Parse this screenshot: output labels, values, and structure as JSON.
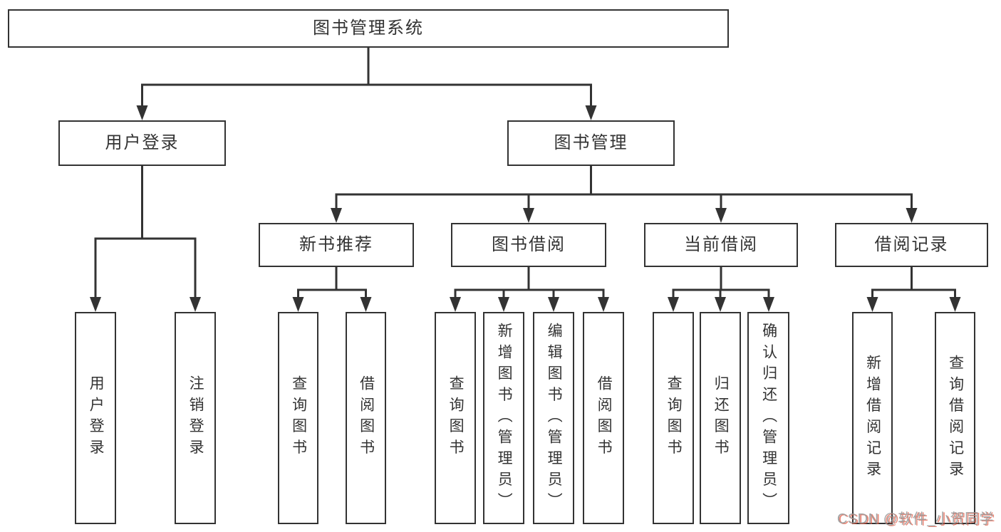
{
  "diagram": {
    "root": {
      "label": "图书管理系统"
    },
    "branches": [
      {
        "label": "用户登录",
        "children": [
          {
            "label": "用户登录"
          },
          {
            "label": "注销登录"
          }
        ]
      },
      {
        "label": "图书管理",
        "children": [
          {
            "label": "新书推荐",
            "children": [
              {
                "label": "查询图书"
              },
              {
                "label": "借阅图书"
              }
            ]
          },
          {
            "label": "图书借阅",
            "children": [
              {
                "label": "查询图书"
              },
              {
                "label": "新增图书（管理员）"
              },
              {
                "label": "编辑图书（管理员）"
              },
              {
                "label": "借阅图书"
              }
            ]
          },
          {
            "label": "当前借阅",
            "children": [
              {
                "label": "查询图书"
              },
              {
                "label": "归还图书"
              },
              {
                "label": "确认归还（管理员）"
              }
            ]
          },
          {
            "label": "借阅记录",
            "children": [
              {
                "label": "新增借阅记录"
              },
              {
                "label": "查询借阅记录"
              }
            ]
          }
        ]
      }
    ]
  },
  "watermark": {
    "text": "CSDN @软件_小贺同学"
  },
  "colors": {
    "line": "#333333",
    "text": "#333333",
    "box_background": "#ffffff",
    "page_background": "#ffffff",
    "watermark_gray": "rgba(148,148,148,0.92)",
    "watermark_red": "rgba(224,80,58,0.75)"
  }
}
